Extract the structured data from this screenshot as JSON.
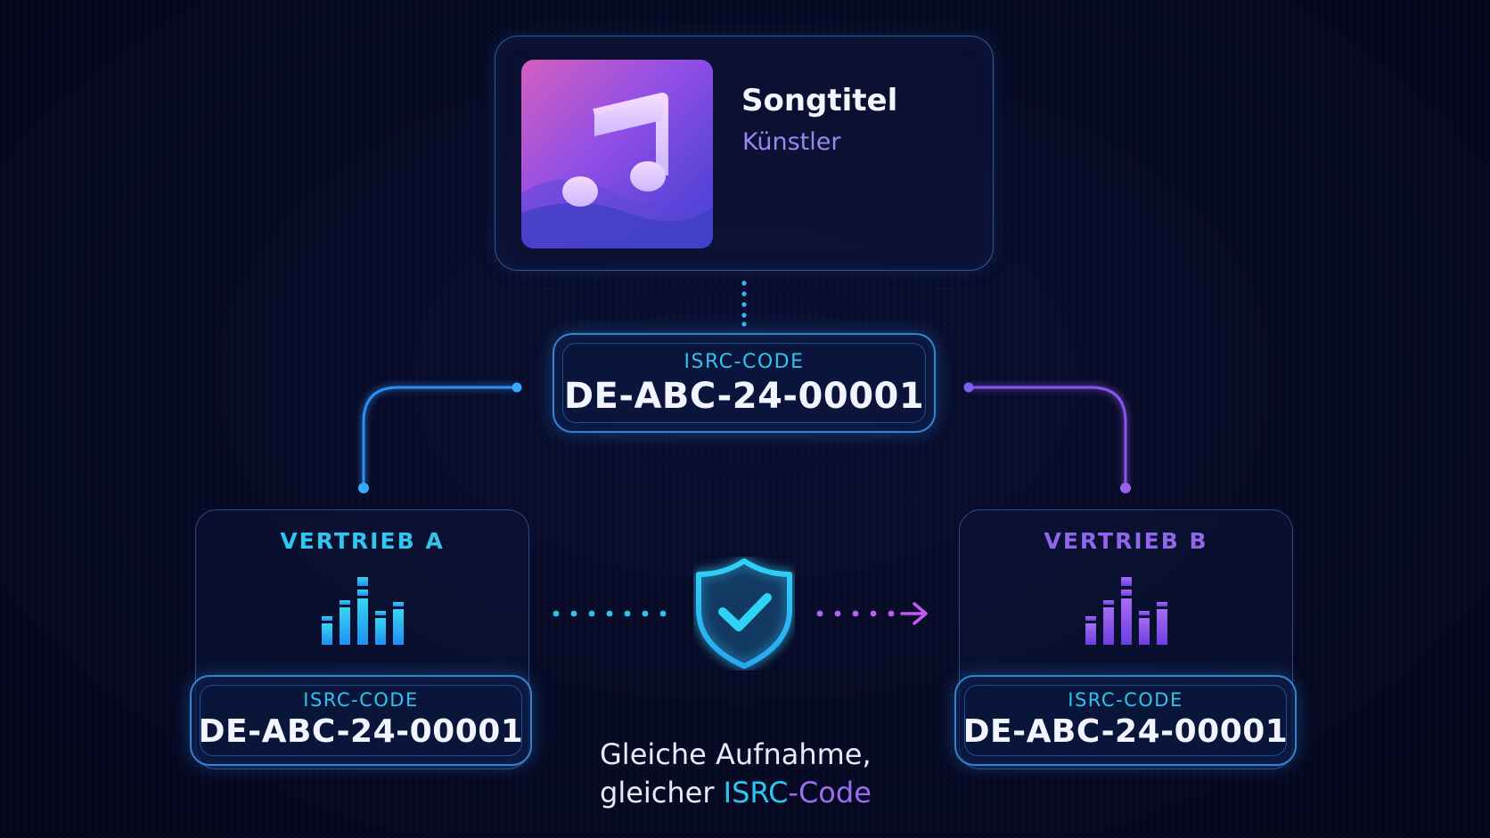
{
  "song": {
    "title": "Songtitel",
    "artist": "Künstler",
    "cover_icon": "music-note-icon",
    "waveform_icon": "waveform-icon"
  },
  "main_code": {
    "label": "ISRC-CODE",
    "value": "DE-ABC-24-00001"
  },
  "distributors": [
    {
      "label": "VERTRIEB A",
      "code_label": "ISRC-CODE",
      "code_value": "DE-ABC-24-00001",
      "icon": "equalizer-bars-icon",
      "color": "#2fc4f0"
    },
    {
      "label": "VERTRIEB B",
      "code_label": "ISRC-CODE",
      "code_value": "DE-ABC-24-00001",
      "icon": "equalizer-bars-icon",
      "color": "#8e67ea"
    }
  ],
  "verification": {
    "icon": "shield-check-icon"
  },
  "caption": {
    "line1": "Gleiche Aufnahme,",
    "line2_prefix": "gleicher ",
    "line2_highlight_a": "ISRC",
    "line2_highlight_b": "-Code"
  },
  "colors": {
    "background": "#070a24",
    "cyan": "#2fc4f0",
    "purple": "#8e67ea"
  }
}
